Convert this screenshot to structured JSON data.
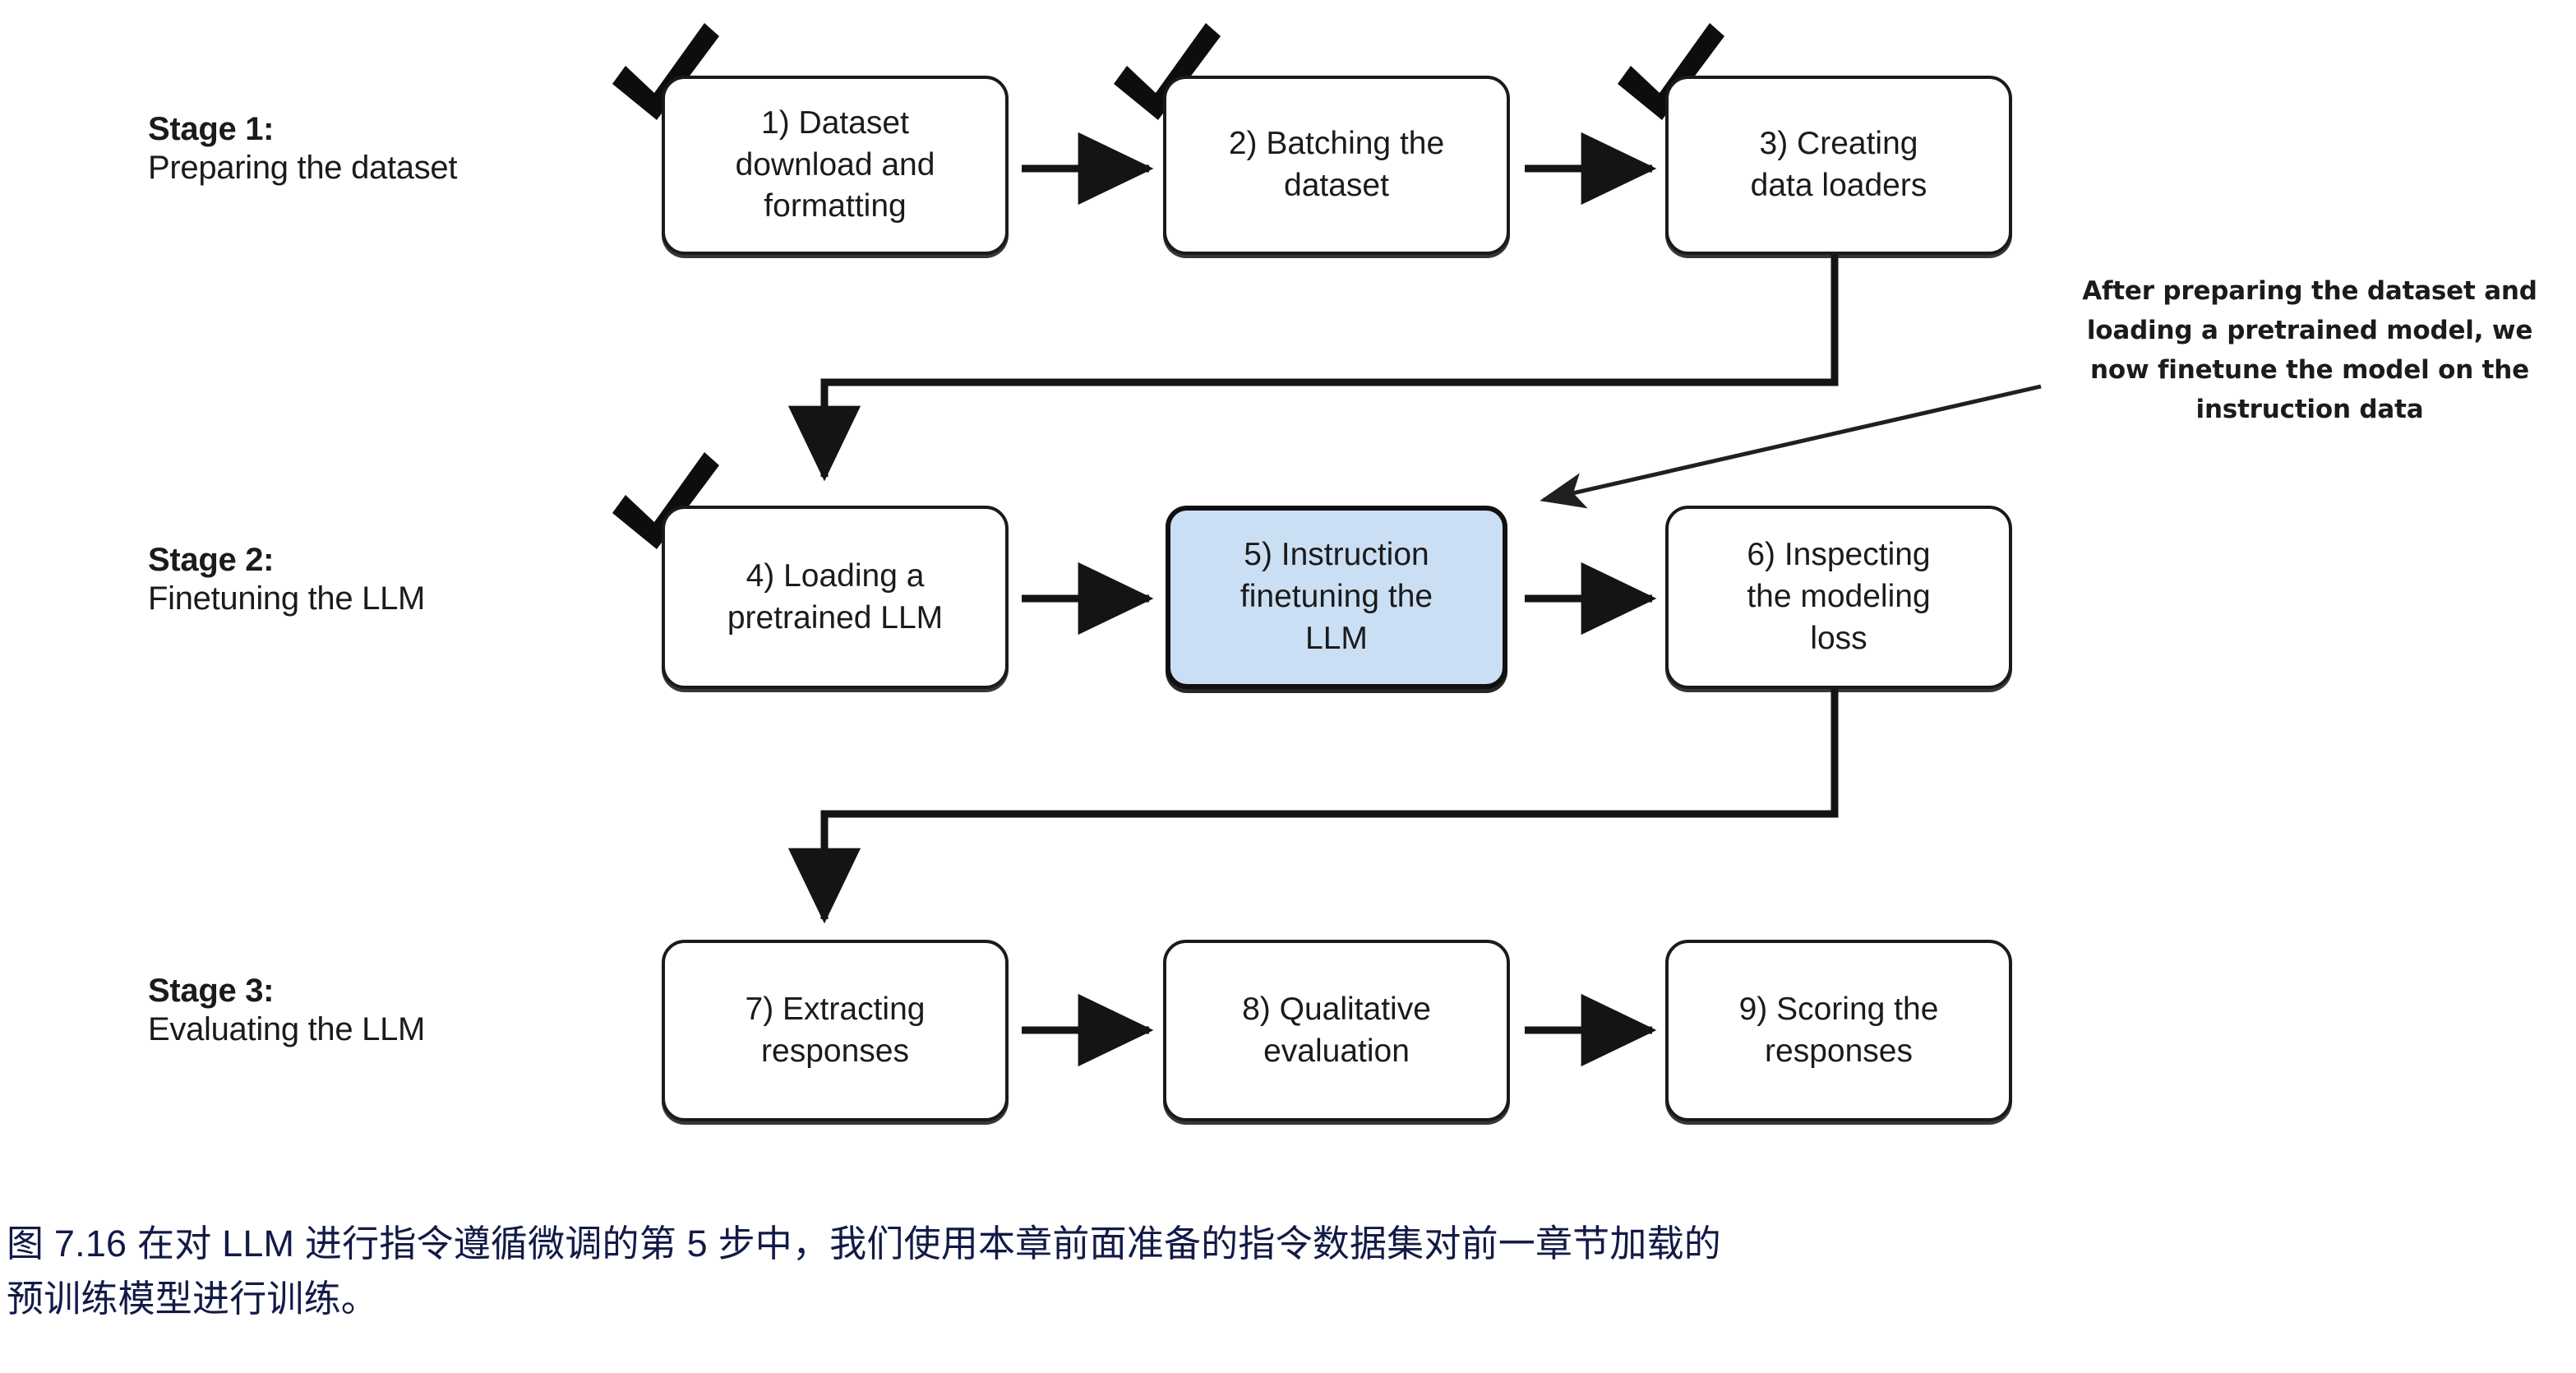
{
  "figure": {
    "stages": [
      {
        "id": "stage-1",
        "title": "Stage 1:",
        "subtitle": "Preparing the dataset"
      },
      {
        "id": "stage-2",
        "title": "Stage 2:",
        "subtitle": "Finetuning the LLM"
      },
      {
        "id": "stage-3",
        "title": "Stage 3:",
        "subtitle": "Evaluating the LLM"
      }
    ],
    "nodes": [
      {
        "id": "node-1",
        "label": "1) Dataset\ndownload and\nformatting",
        "checked": true,
        "highlighted": false
      },
      {
        "id": "node-2",
        "label": "2) Batching the\ndataset",
        "checked": true,
        "highlighted": false
      },
      {
        "id": "node-3",
        "label": "3) Creating\ndata loaders",
        "checked": true,
        "highlighted": false
      },
      {
        "id": "node-4",
        "label": "4) Loading a\npretrained LLM",
        "checked": true,
        "highlighted": false
      },
      {
        "id": "node-5",
        "label": "5) Instruction\nfinetuning the\nLLM",
        "checked": false,
        "highlighted": true
      },
      {
        "id": "node-6",
        "label": "6) Inspecting\nthe modeling\nloss",
        "checked": false,
        "highlighted": false
      },
      {
        "id": "node-7",
        "label": "7) Extracting\nresponses",
        "checked": false,
        "highlighted": false
      },
      {
        "id": "node-8",
        "label": "8) Qualitative\nevaluation",
        "checked": false,
        "highlighted": false
      },
      {
        "id": "node-9",
        "label": "9) Scoring the\nresponses",
        "checked": false,
        "highlighted": false
      }
    ],
    "annotation": {
      "line1": "After preparing the dataset and",
      "line2": "loading a pretrained model, we",
      "line3": "now finetune the model on the",
      "line4": "instruction data"
    },
    "caption": {
      "line1": "图 7.16 在对 LLM 进行指令遵循微调的第 5 步中，我们使用本章前面准备的指令数据集对前一章节加载的",
      "line2": "预训练模型进行训练。"
    },
    "colors": {
      "highlight_fill": "#cbdff4",
      "stroke": "#1a1a1a",
      "caption_text": "#121a47",
      "background": "#ffffff"
    }
  }
}
